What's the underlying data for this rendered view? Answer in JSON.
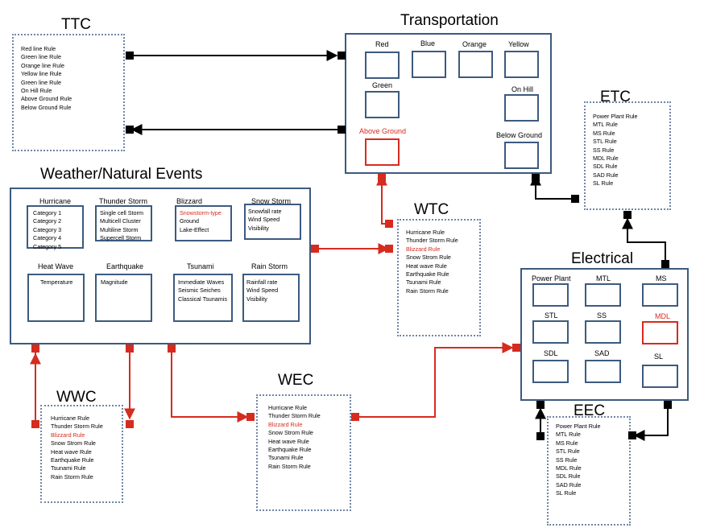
{
  "titles": {
    "ttc": "TTC",
    "transportation": "Transportation",
    "etc": "ETC",
    "weather": "Weather/Natural Events",
    "wtc": "WTC",
    "electrical": "Electrical",
    "wwc": "WWC",
    "wec": "WEC",
    "eec": "EEC"
  },
  "ttc_rules": [
    "Red line Rule",
    "Green line Rule",
    "Orange line Rule",
    "Yellow line Rule",
    "Green line Rule",
    "On Hill Rule",
    "Above Ground Rule",
    "Below Ground Rule"
  ],
  "transportation": {
    "red": "Red",
    "blue": "Blue",
    "orange": "Orange",
    "yellow": "Yellow",
    "green": "Green",
    "on_hill": "On Hill",
    "above_ground": "Above Ground",
    "below_ground": "Below Ground"
  },
  "etc_rules": [
    "Power Plant Rule",
    "MTL  Rule",
    "MS Rule",
    "STL Rule",
    "SS Rule",
    "MDL Rule",
    "SDL Rule",
    "SAD  Rule",
    "SL Rule"
  ],
  "weather": {
    "hurricane": {
      "title": "Hurricane",
      "items": [
        "Category  1",
        "Category  2",
        "Category  3",
        "Category  4",
        "Category  5"
      ]
    },
    "thunder": {
      "title": "Thunder Storm",
      "items": [
        "Single cell Storm",
        "Multicell Cluster",
        "Multiline Storm",
        "Supercell Storm"
      ]
    },
    "blizzard": {
      "title": "Blizzard",
      "items": [
        "Snowstorm-type",
        "Ground",
        "Lake-Effect"
      ]
    },
    "snow": {
      "title": "Snow Storm",
      "items": [
        "Snowfall rate",
        "Wind Speed",
        "Visibility"
      ]
    },
    "heat": {
      "title": "Heat Wave",
      "items": [
        "Temperature"
      ]
    },
    "earthquake": {
      "title": "Earthquake",
      "items": [
        "Magnitude"
      ]
    },
    "tsunami": {
      "title": "Tsunami",
      "items": [
        "Immediate  Waves",
        "Seismic  Seiches",
        "Classical Tsunamis"
      ]
    },
    "rain": {
      "title": "Rain Storm",
      "items": [
        "Rainfall rate",
        "Wind Speed",
        "Visibility"
      ]
    }
  },
  "weather_rules": [
    "Hurricane  Rule",
    "Thunder Storm Rule",
    "Blizzard Rule",
    "Snow Strom Rule",
    "Heat wave  Rule",
    "Earthquake  Rule",
    "Tsunami Rule",
    "Rain Storm Rule"
  ],
  "wwc_rules": [
    "Hurricane  Rule",
    "Thunder Storm Rule",
    "Blizzard Rule",
    "Snow Strom Rule",
    "Heat wave Rule",
    "Earthquake  Rule",
    "Tsunami  Rule",
    "Rain Storm Rule"
  ],
  "wec_rules": [
    "Hurricane  Rule",
    "Thunder Storm Rule",
    "Blizzard Rule",
    "Snow Strom Rule",
    "Heat wave  Rule",
    "Earthquake  Rule",
    "Tsunami Rule",
    "Rain Storm Rule"
  ],
  "electrical": {
    "power_plant": "Power Plant",
    "mtl": "MTL",
    "ms": "MS",
    "stl": "STL",
    "ss": "SS",
    "mdl": "MDL",
    "sdl": "SDL",
    "sad": "SAD",
    "sl": "SL"
  },
  "eec_rules": [
    "Power Plant Rule",
    "MTL  Rule",
    "MS Rule",
    "STL Rule",
    "SS Rule",
    "MDL Rule",
    "SDL Rule",
    "SAD  Rule",
    "SL Rule"
  ],
  "colors": {
    "panel_border": "#3c5a7f",
    "dotted_border": "#6f86a8",
    "highlight": "#d62b1f",
    "connector": "#000000"
  }
}
